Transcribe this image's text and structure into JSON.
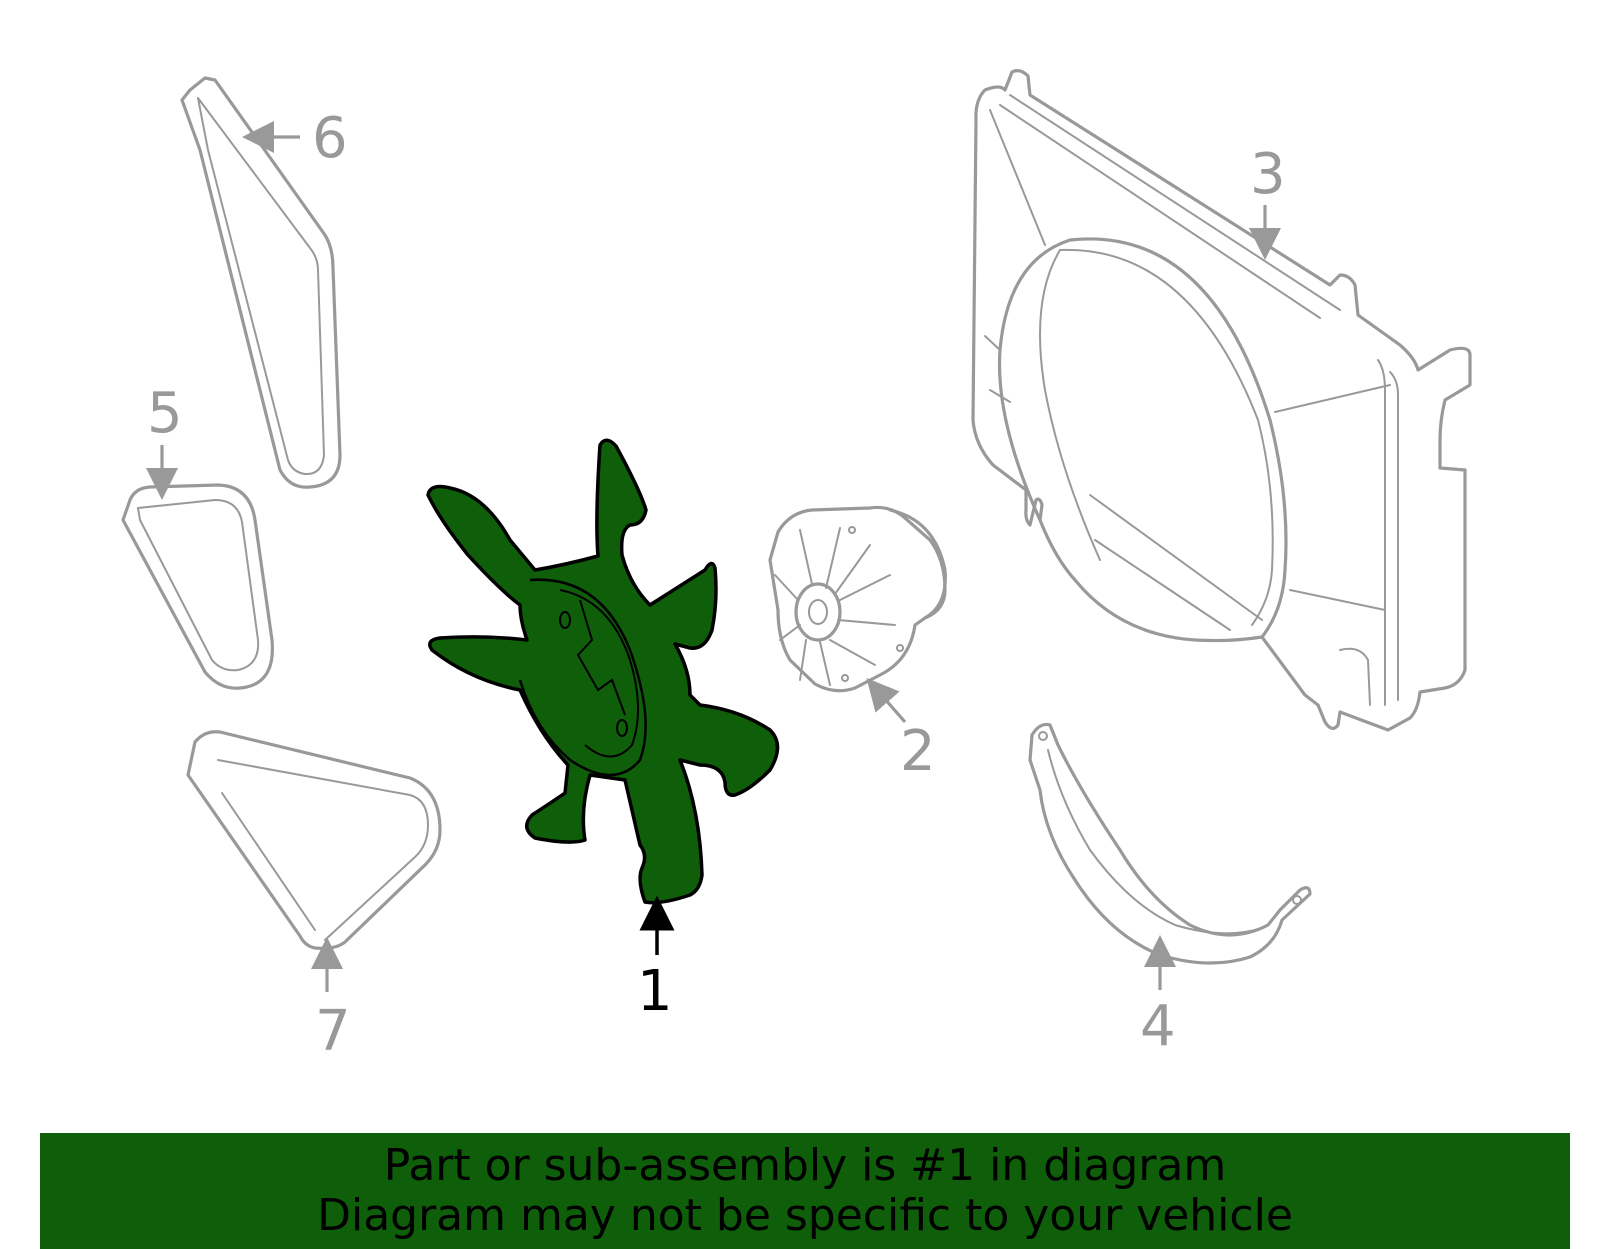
{
  "callouts": {
    "c1": "1",
    "c2": "2",
    "c3": "3",
    "c4": "4",
    "c5": "5",
    "c6": "6",
    "c7": "7"
  },
  "banner": {
    "line1": "Part or sub-assembly is #1 in diagram",
    "line2": "Diagram may not be specific to your vehicle"
  },
  "colors": {
    "highlight_part": "#0f5e0a",
    "other_parts": "#999999",
    "banner_bg": "#0f5e0a"
  }
}
